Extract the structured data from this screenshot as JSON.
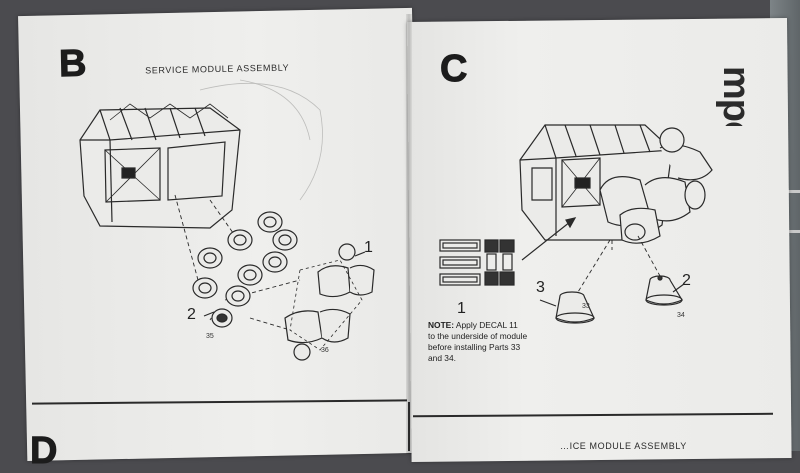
{
  "left_page": {
    "section_letter": "B",
    "title": "SERVICE MODULE ASSEMBLY",
    "callouts": [
      "1",
      "2"
    ],
    "part_numbers": [
      "35",
      "36"
    ],
    "bottom_letter": "D"
  },
  "right_page": {
    "section_letter": "C",
    "callouts": [
      "1",
      "3",
      "2"
    ],
    "part_numbers": [
      "33",
      "34"
    ],
    "note_label": "NOTE:",
    "note_lines": [
      " Apply DECAL 11",
      "to the underside of module",
      "before installing Parts 33",
      "and 34."
    ],
    "bottom_partial_title": "…ICE MODULE ASSEMBLY",
    "brand_text": "mpc"
  },
  "colors": {
    "paper": "#eeeeec",
    "ink": "#1c1c1c",
    "background": "#4b4b4f"
  }
}
